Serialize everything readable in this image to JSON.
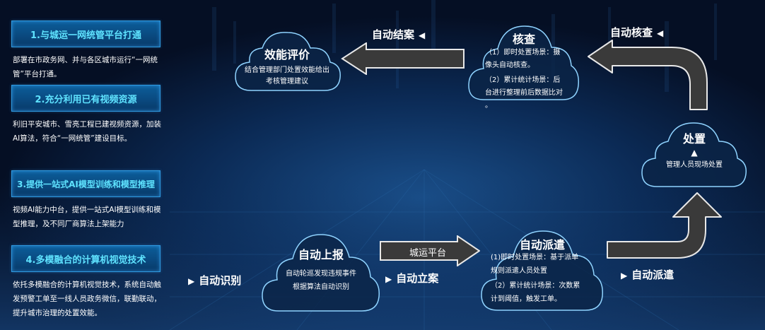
{
  "left_panel": {
    "cards": [
      {
        "title": "1.与城运一网统管平台打通",
        "desc": "部署在市政务网、并与各区城市运行“一网统管”平台打通。"
      },
      {
        "title": "2.充分利用已有视频资源",
        "desc": "利旧平安城市、雪亮工程已建视频资源，加装AI算法，符合“一网统管”建设目标。"
      },
      {
        "title": "3.提供一站式AI模型训练和模型推理",
        "desc": "视频AI能力中台，提供一站式AI模型训练和模型推理，及不同厂商算法上架能力"
      },
      {
        "title": "4.多模融合的计算机视觉技术",
        "desc": "依托多模融合的计算机视觉技术，系统自动触发预警工单至一线人员政务微信，联勤联动，提升城市治理的处置效能。"
      }
    ]
  },
  "flow": {
    "auto_report": {
      "title": "自动上报",
      "lines": [
        "自动轮巡发现违规事件",
        "根据算法自动识别"
      ]
    },
    "auto_dispatch": {
      "title": "自动派遣",
      "lines": [
        "(1)即时处置场景：基于派单",
        "规则派遣人员处置",
        "（2）累计统计场景：次数累",
        "计到阈值，触发工单。"
      ]
    },
    "handle": {
      "title": "处置",
      "marker": "▲",
      "lines": [
        "管理人员现场处置"
      ]
    },
    "check": {
      "title": "核查",
      "lines": [
        "（1）即时处置场景：摄",
        "像头自动核查。",
        "（2）累计统计场景：后",
        "台进行整理前后数据比对",
        "。"
      ]
    },
    "evaluate": {
      "title": "效能评价",
      "lines": [
        "结合管理部门处置效能给出",
        "考核管理建议"
      ]
    },
    "labels": {
      "auto_identify": "自动识别",
      "auto_filing": "自动立案",
      "auto_dispatch": "自动派遣",
      "auto_check": "自动核查",
      "auto_close": "自动结案",
      "platform": "城运平台"
    },
    "glyphs": {
      "right": "▶",
      "left": "◀"
    }
  },
  "colors": {
    "cloud_edge": "#8fd3ff",
    "arrow_fill": "#3a3a3a",
    "title_cyan": "#5fe3ff"
  }
}
